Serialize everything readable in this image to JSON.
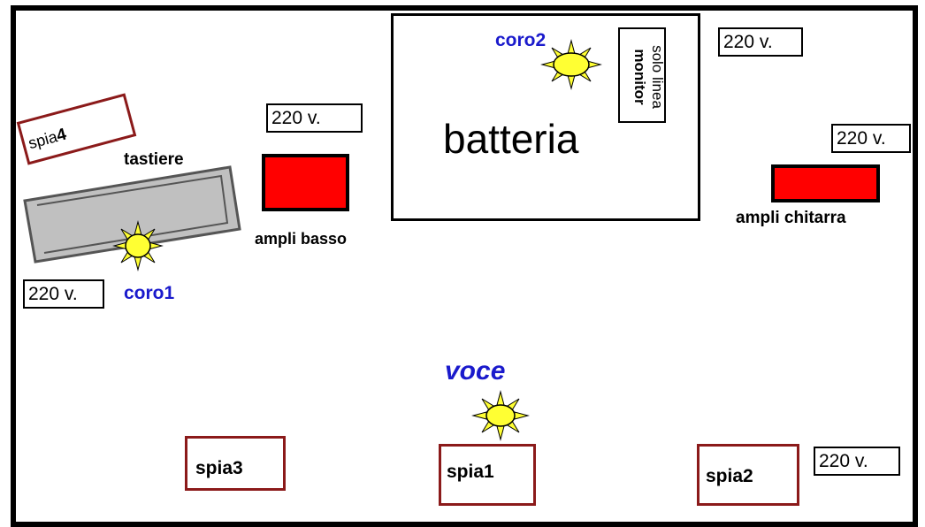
{
  "stage": {
    "drums_label": "batteria",
    "monitor_line_text1": "solo linea",
    "monitor_line_text2": "monitor",
    "outlets": {
      "top_right": "220 v.",
      "center_left": "220 v.",
      "right": "220 v.",
      "left": "220 v.",
      "bottom_right": "220 v."
    },
    "keyboards_label": "tastiere",
    "bass_amp_label": "ampli basso",
    "guitar_amp_label": "ampli chitarra",
    "voice_label": "voce",
    "mics": {
      "choir1": "coro1",
      "choir2": "coro2"
    },
    "monitors": {
      "spia1": "spia1",
      "spia2": "spia2",
      "spia3": "spia3",
      "spia4_prefix": "spia",
      "spia4_number": "4"
    }
  },
  "colors": {
    "amp": "#ff0000",
    "monitor_border": "#8B1A1A",
    "mic_label": "#1a1acc",
    "sun_fill": "#ffff33",
    "keyboard_fill": "#c0c0c0",
    "keyboard_border": "#555555"
  }
}
